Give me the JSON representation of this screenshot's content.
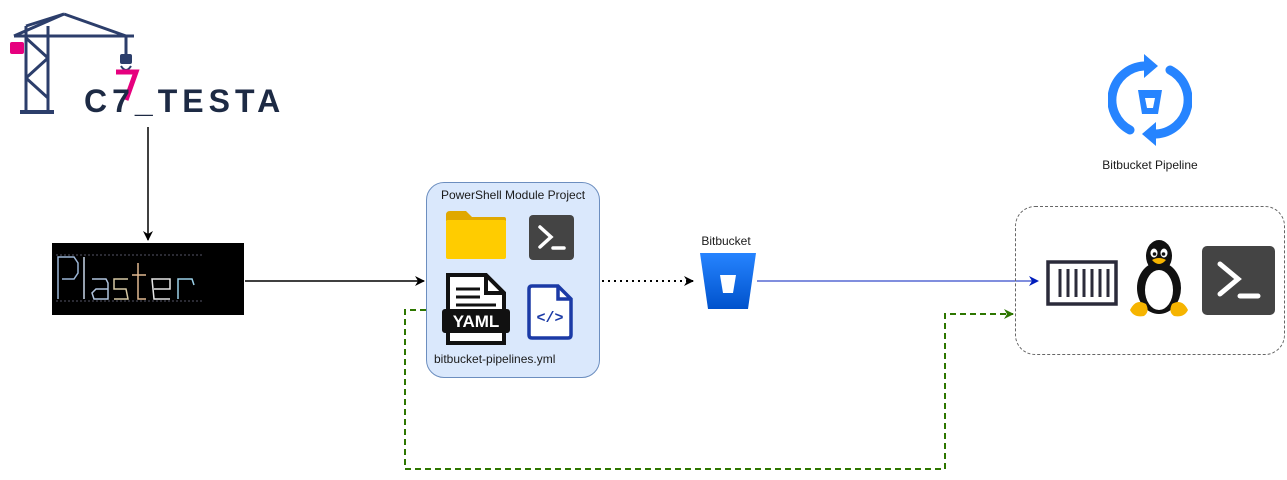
{
  "logo": {
    "text": "C7_TESTA",
    "colors": {
      "navy": "#1d2a44",
      "pink": "#e6007e"
    }
  },
  "plaster": {
    "icon": "plaster-ascii-banner-icon"
  },
  "project": {
    "title": "PowerShell Module Project",
    "icons": [
      "folder-icon",
      "terminal-icon",
      "yaml-file-icon",
      "code-file-icon"
    ],
    "yaml_icon_text": "YAML",
    "yaml_file": "bitbucket-pipelines.yml",
    "code_icon_text": "</>"
  },
  "bitbucket": {
    "label": "Bitbucket",
    "color": "#2684ff"
  },
  "pipeline": {
    "label": "Bitbucket Pipeline",
    "color": "#2684ff"
  },
  "runner": {
    "icons": [
      "container-icon",
      "linux-tux-icon",
      "powershell-terminal-icon"
    ]
  },
  "edges": [
    {
      "from": "logo",
      "to": "plaster",
      "style": "solid",
      "color": "#000000"
    },
    {
      "from": "plaster",
      "to": "project",
      "style": "solid",
      "color": "#000000"
    },
    {
      "from": "project",
      "to": "bitbucket",
      "style": "dotted",
      "color": "#000000"
    },
    {
      "from": "bitbucket",
      "to": "runner",
      "style": "solid",
      "color": "#001dbc"
    },
    {
      "from": "yaml-file",
      "to": "runner",
      "style": "dashed",
      "color": "#2d7600"
    }
  ]
}
